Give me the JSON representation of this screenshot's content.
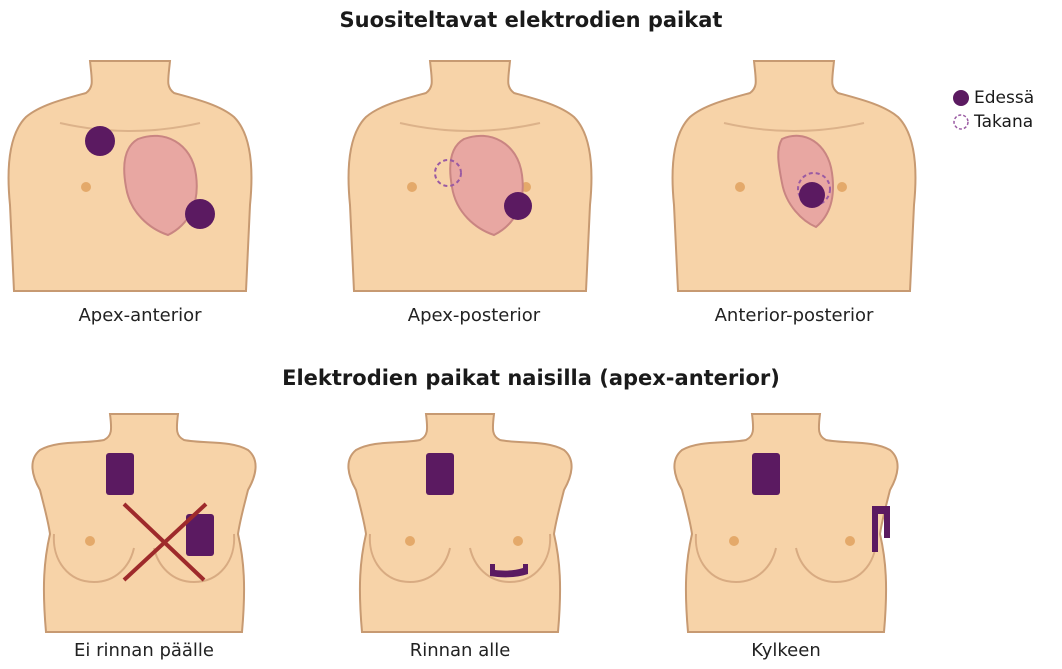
{
  "top_section": {
    "title": "Suositeltavat elektrodien paikat",
    "panels": [
      {
        "caption": "Apex-anterior"
      },
      {
        "caption": "Apex-posterior"
      },
      {
        "caption": "Anterior-posterior"
      }
    ]
  },
  "bottom_section": {
    "title": "Elektrodien paikat naisilla (apex-anterior)",
    "panels": [
      {
        "caption": "Ei rinnan päälle"
      },
      {
        "caption": "Rinnan alle"
      },
      {
        "caption": "Kylkeen"
      }
    ]
  },
  "legend": {
    "items": [
      {
        "label": "Edessä",
        "style": "filled",
        "color": "#5b1a61"
      },
      {
        "label": "Takana",
        "style": "dashed-outline",
        "color": "#9a5aa3"
      }
    ]
  },
  "colors": {
    "skin": "#f7d3a8",
    "skin_outline": "#c79a72",
    "electrode": "#5b1a61",
    "heart": "#e8a7a2",
    "cross": "#9e2a2b"
  }
}
